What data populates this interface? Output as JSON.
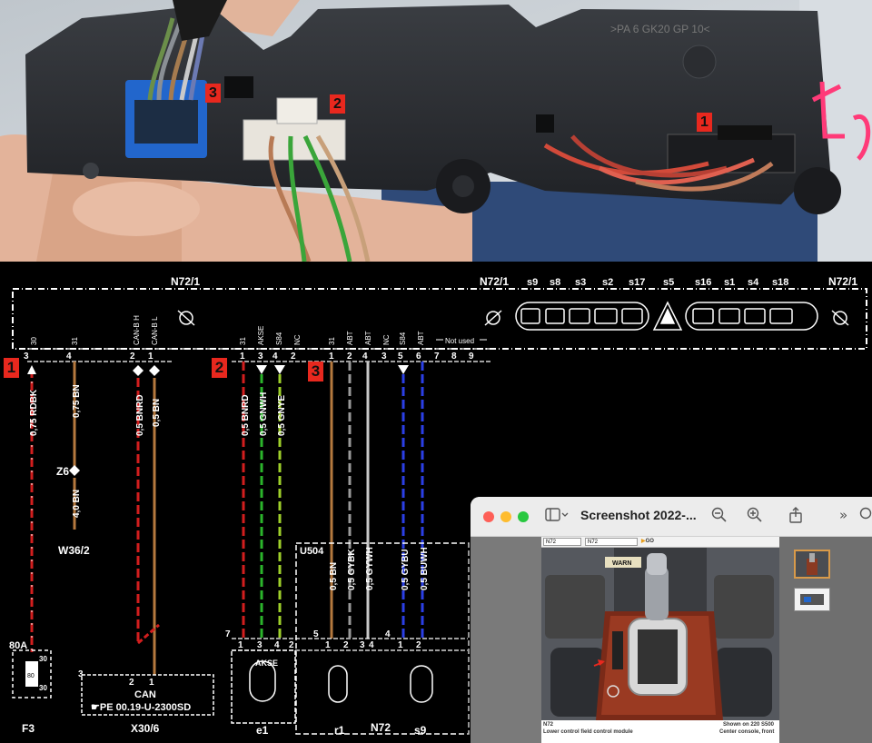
{
  "photo": {
    "embossed_text": ">PA 6 GK20 GP 10<",
    "tags": [
      "3",
      "2",
      "1"
    ]
  },
  "schematic": {
    "module_top": "N72/1",
    "module_mid": "N72/1",
    "module_right": "N72/1",
    "switch_labels": [
      "s9",
      "s8",
      "s3",
      "s2",
      "s17",
      "s5",
      "s16",
      "s1",
      "s4",
      "s18"
    ],
    "tags": [
      "1",
      "2",
      "3"
    ],
    "connector1": {
      "pins": [
        "3",
        "4",
        "2",
        "1"
      ],
      "signals": [
        "30",
        "31",
        "CAN-B H",
        "CAN-B L"
      ]
    },
    "connector2": {
      "pins": [
        "1",
        "3",
        "4",
        "2",
        "1",
        "2",
        "4",
        "3",
        "5",
        "6",
        "7",
        "8",
        "9"
      ],
      "signals": [
        "31",
        "AKSE",
        "S84",
        "NC",
        "31",
        "ABT",
        "ABT",
        "NC",
        "S84",
        "ABT"
      ],
      "not_used": "Not used"
    },
    "wires": {
      "w1": "0,75 RDBK",
      "w2": "0,75 BN",
      "w3": "0,5 BNRD",
      "w4": "0,5 BN",
      "w5": "0,5 BNRD",
      "w6": "0,5 GNWH",
      "w7": "0,5 GNYE",
      "w8": "0,5 BN",
      "w9": "0,5 GYBK",
      "w10": "0,5 GYWH",
      "w11": "0,5 GYBU",
      "w12": "0,5 BUWH",
      "w13": "4,0 BN"
    },
    "z6": "Z6",
    "w36": "W36/2",
    "u504": "U504",
    "fuse": "80A",
    "fuse_pins": [
      "30",
      "30"
    ],
    "fuse_code": "80",
    "f3": "F3",
    "can_label": "CAN",
    "can_ref": "☛PE 00.19-U-2300SD",
    "can_pins": [
      "3",
      "2",
      "1"
    ],
    "x30": "X30/6",
    "e1": "e1",
    "akse": "AKSE",
    "r1": "r1",
    "n72": "N72",
    "s9": "s9",
    "group_nums": [
      "7",
      "5",
      "4"
    ],
    "sub_pins": [
      "1",
      "3",
      "4",
      "2",
      "1",
      "2",
      "3",
      "4",
      "1",
      "2"
    ]
  },
  "window": {
    "title": "Screenshot 2022-...",
    "zoom_out_icon": "zoom-out-icon",
    "zoom_in_icon": "zoom-in-icon",
    "share_icon": "share-icon",
    "select1": "N72",
    "select2": "N72",
    "go_label": "GO",
    "warning": "WARN",
    "caption_left1": "N72",
    "caption_left2": "Lower control field control module",
    "caption_right1": "Shown on 220 S500",
    "caption_right2": "Center console, front"
  },
  "colors": {
    "red_tag": "#e8281e",
    "wire_red": "#d21e1e",
    "wire_brown": "#b5793e",
    "wire_green": "#2bb52b",
    "wire_yellowgreen": "#9ecf2a",
    "wire_gray": "#9a9a9a",
    "wire_blue": "#2b3fe6"
  }
}
